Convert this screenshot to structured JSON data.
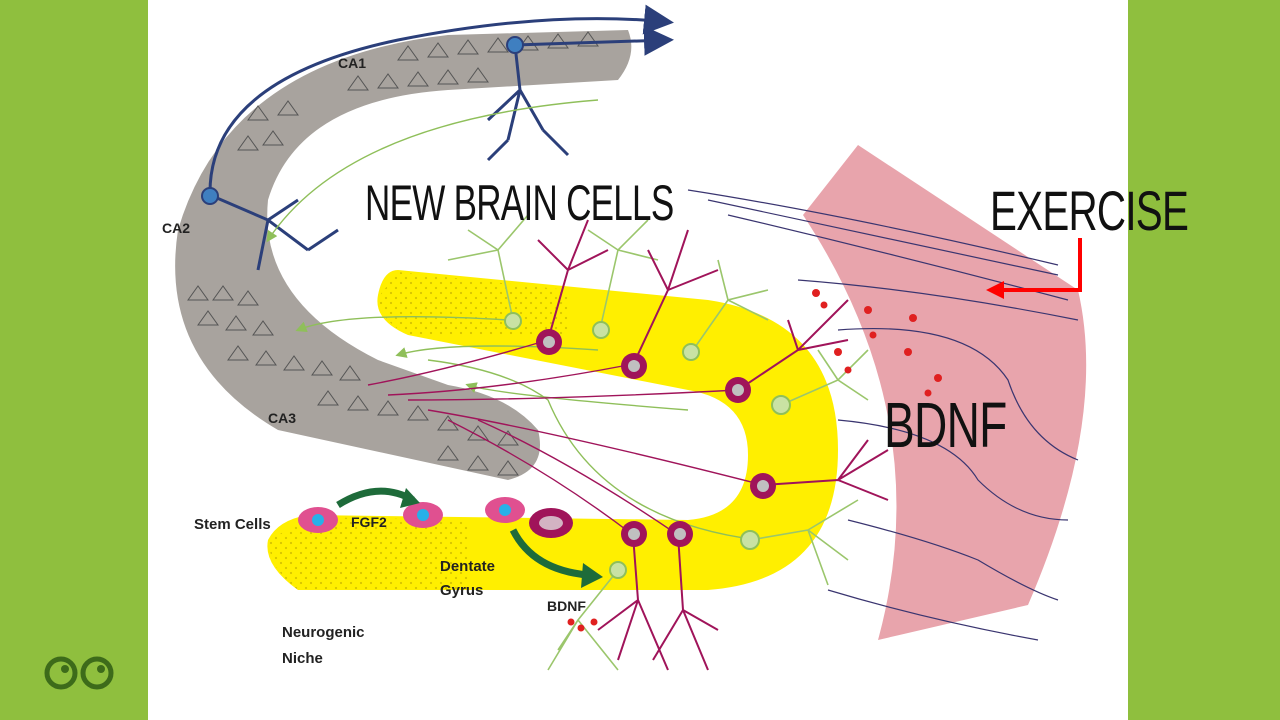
{
  "overlay": {
    "new_brain_cells": "NEW BRAIN CELLS",
    "exercise": "EXERCISE",
    "bdnf_big": "BDNF"
  },
  "diagram_labels": {
    "ca1": "CA1",
    "ca2": "CA2",
    "ca3": "CA3",
    "stem_cells": "Stem Cells",
    "fgf2": "FGF2",
    "dentate_line1": "Dentate",
    "dentate_line2": "Gyrus",
    "bdnf_small": "BDNF",
    "niche_line1": "Neurogenic",
    "niche_line2": "Niche"
  },
  "colors": {
    "side_bars": "#8fbf3e",
    "canvas": "#ffffff",
    "ca_band": "#a8a39e",
    "dentate": "#ffef00",
    "entorhinal": "#e8a4ac",
    "exercise_arrow": "#ff0000",
    "neuron_axon": "#2b3f7a",
    "new_neuron": "#a0145a",
    "immature_neuron": "#8fbf5a",
    "stem_cell": "#e05090",
    "bdnf_dots": "#e02020"
  },
  "logo": {
    "icon": "double-circle-logo-icon"
  }
}
